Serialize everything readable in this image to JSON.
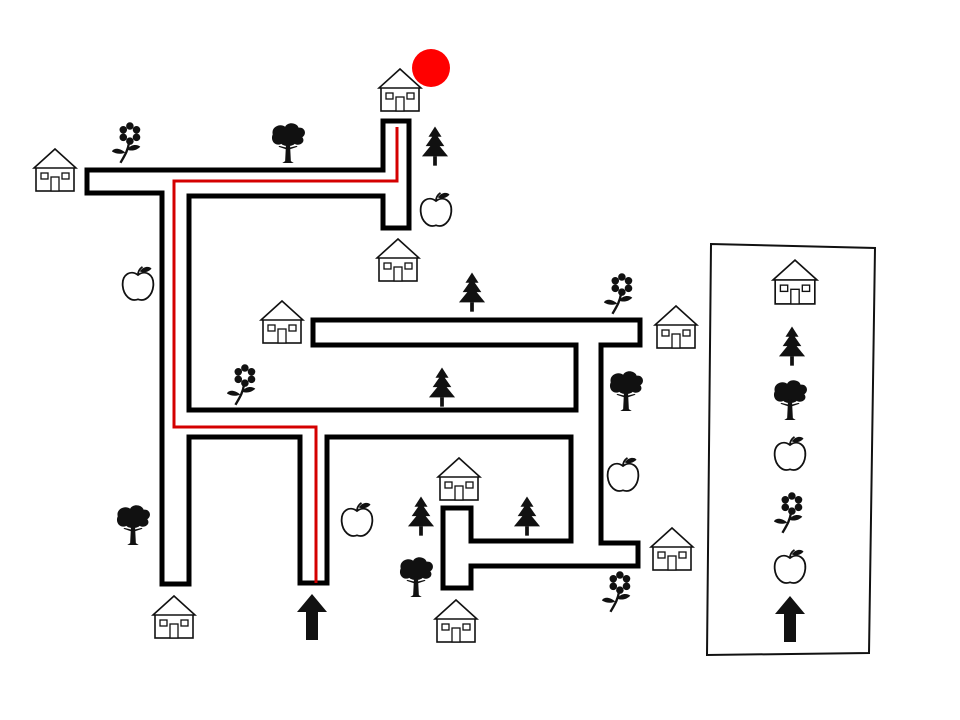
{
  "game": {
    "type": "maze-route-puzzle",
    "route_color": "#d40000",
    "goal_marker_color": "#ff0000",
    "ink_color": "#111111"
  },
  "icons": {
    "house": "house-icon",
    "fir": "fir-tree-icon",
    "tree": "tree-icon",
    "apple": "apple-icon",
    "flower": "flower-icon",
    "arrow": "arrow-up-icon",
    "goal": "goal-marker-icon"
  },
  "legend": {
    "sequence": [
      "house",
      "fir",
      "tree",
      "apple",
      "flower",
      "apple",
      "arrow"
    ]
  }
}
